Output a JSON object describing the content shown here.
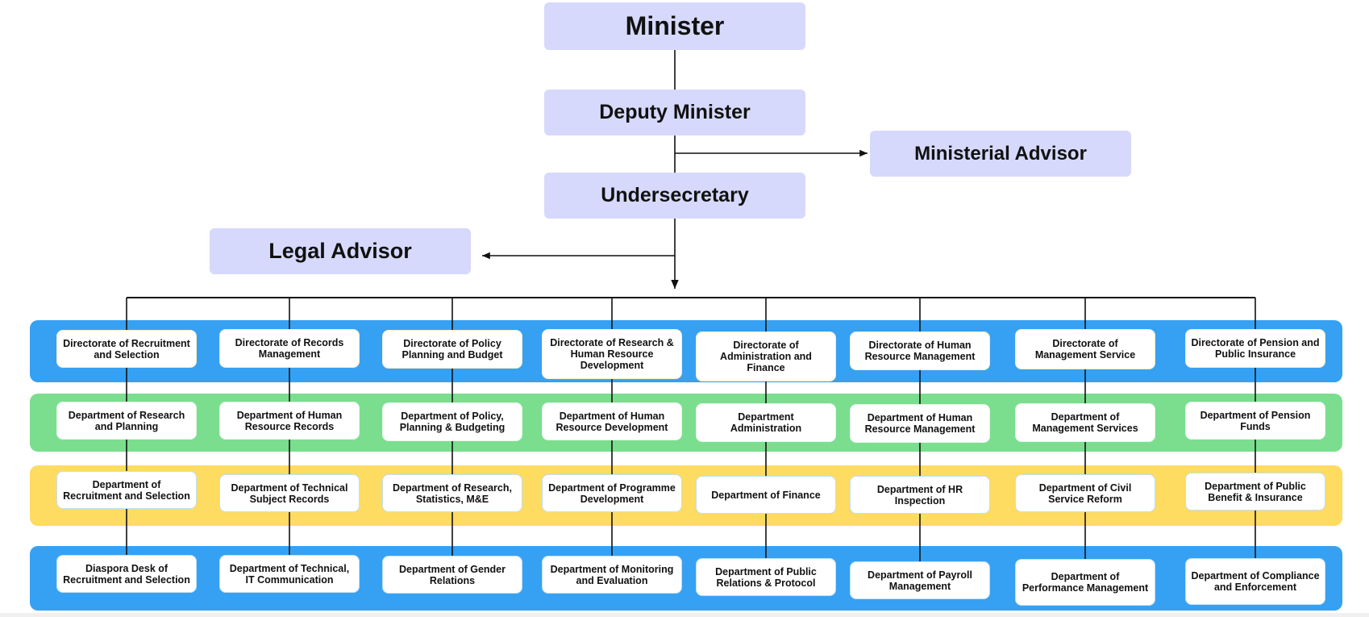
{
  "leadership": {
    "minister": "Minister",
    "deputy_minister": "Deputy Minister",
    "undersecretary": "Undersecretary",
    "ministerial_advisor": "Ministerial Advisor",
    "legal_advisor": "Legal Advisor"
  },
  "colors": {
    "leadership_box": "#d6d9fb",
    "band_blue": "#36a1f3",
    "band_green": "#7ade8e",
    "band_yellow": "#fedb61"
  },
  "columns": [
    {
      "directorate": "Directorate of Recruitment and Selection",
      "departments": [
        "Department of Research and Planning",
        "Department of Recruitment and Selection",
        "Diaspora Desk of Recruitment and Selection"
      ]
    },
    {
      "directorate": "Directorate of Records Management",
      "departments": [
        "Department of Human Resource Records",
        "Department of Technical Subject Records",
        "Department of Technical, IT Communication"
      ]
    },
    {
      "directorate": "Directorate of Policy Planning and Budget",
      "departments": [
        "Department of Policy, Planning & Budgeting",
        "Department of Research, Statistics, M&E",
        "Department of Gender Relations"
      ]
    },
    {
      "directorate": "Directorate of Research & Human Resource Development",
      "departments": [
        "Department of Human Resource Development",
        "Department of Programme Development",
        "Department of Monitoring and Evaluation"
      ]
    },
    {
      "directorate": "Directorate of Administration and Finance",
      "departments": [
        "Department Administration",
        "Department of Finance",
        "Department of Public Relations & Protocol"
      ]
    },
    {
      "directorate": "Directorate of Human Resource Management",
      "departments": [
        "Department of Human Resource Management",
        "Department of HR Inspection",
        "Department of Payroll Management"
      ]
    },
    {
      "directorate": "Directorate of Management Service",
      "departments": [
        "Department of Management Services",
        "Department of Civil Service Reform",
        "Department of Performance Management"
      ]
    },
    {
      "directorate": "Directorate of Pension and Public Insurance",
      "departments": [
        "Department of Pension Funds",
        "Department of Public Benefit & Insurance",
        "Department of Compliance and Enforcement"
      ]
    }
  ]
}
